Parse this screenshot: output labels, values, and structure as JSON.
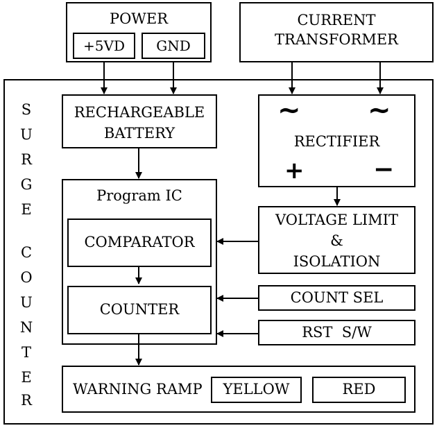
{
  "power": {
    "title": "POWER",
    "plus": "+5VD",
    "gnd": "GND"
  },
  "transformer": {
    "line1": "CURRENT",
    "line2": "TRANSFORMER"
  },
  "side_label": [
    "S",
    "U",
    "R",
    "G",
    "E",
    "C",
    "O",
    "U",
    "N",
    "T",
    "E",
    "R"
  ],
  "battery": {
    "line1": "RECHARGEABLE",
    "line2": "BATTERY"
  },
  "rectifier": {
    "label": "RECTIFIER",
    "ac_symbol": "~",
    "plus": "+",
    "minus": "−"
  },
  "program_ic": {
    "title": "Program IC",
    "comparator": "COMPARATOR",
    "counter": "COUNTER"
  },
  "voltage_limit": {
    "line1": "VOLTAGE LIMIT",
    "line2": "&",
    "line3": "ISOLATION"
  },
  "count_sel": "COUNT SEL",
  "rst": "RST  S/W",
  "warning": {
    "label": "WARNING RAMP",
    "yellow": "YELLOW",
    "red": "RED"
  }
}
